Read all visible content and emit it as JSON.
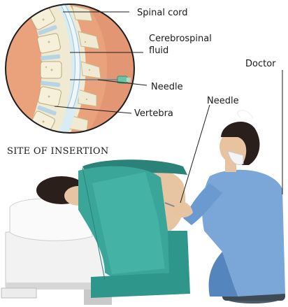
{
  "labels": {
    "spinal_cord": "Spinal cord",
    "csf_line1": "Cerebrospinal",
    "csf_line2": "fluid",
    "needle_inset": "Needle",
    "vertebra": "Vertebra",
    "doctor": "Doctor",
    "needle_main": "Needle",
    "site": "SITE OF INSERTION"
  },
  "colors": {
    "bone": "#f0ead2",
    "flesh": "#e9a27c",
    "csf_channel": "#d8ecf4",
    "disc": "#b6d4e3",
    "spinal_cord": "#eef6fa",
    "drape": "#3aa69a",
    "drape_dark": "#2a8278",
    "scrubs": "#7aa7d8",
    "scrubs_dark": "#5585bd",
    "skin": "#e8c3a0",
    "hair": "#2a1f1a",
    "sheet": "#f2f2f2"
  }
}
